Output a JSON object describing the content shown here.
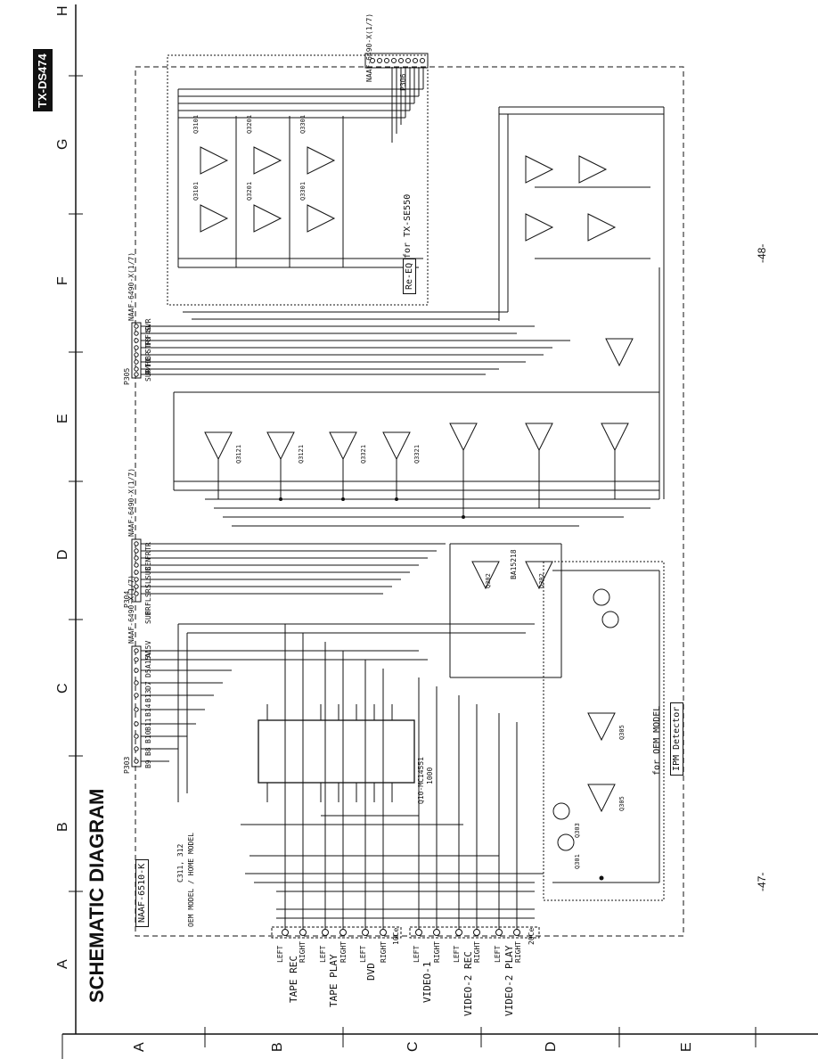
{
  "page": {
    "model": "TX-DS474",
    "title": "SCHEMATIC DIAGRAM",
    "page_left": "-47-",
    "page_right": "-48-"
  },
  "grid": {
    "columns": [
      "A",
      "B",
      "C",
      "D",
      "E",
      "F",
      "G",
      "H"
    ],
    "rows": [
      "A",
      "B",
      "C",
      "D",
      "E"
    ]
  },
  "board": {
    "name": "NAAF-6510-K",
    "variant_note_1": "C311, 312",
    "variant_note_2": "OEM MODEL / HOME MODEL",
    "eq_box_label": "Re-EQ",
    "eq_note": "for TX-SE550",
    "ipm_label": "IPM Detector",
    "ipm_note": "for OEM MODEL"
  },
  "connectors": {
    "p306": "P306",
    "p305": "P305",
    "p304": "P304",
    "p303": "P303",
    "p306_type": "NAAF-6490-X(1/7)",
    "p305_type": "NAAF-6490-X(1/7)",
    "p304_type": "NAAF-6490-X(1/7)",
    "p303_type": "NAAF-6490-X(1/7)"
  },
  "inputs": [
    {
      "name": "TAPE REC",
      "left": "LEFT",
      "right": "RIGHT"
    },
    {
      "name": "TAPE PLAY",
      "left": "LEFT",
      "right": "RIGHT"
    },
    {
      "name": "DVD",
      "left": "LEFT",
      "right": "RIGHT"
    },
    {
      "name": "VIDEO-1",
      "left": "LEFT",
      "right": "RIGHT"
    },
    {
      "name": "VIDEO-2 REC",
      "left": "LEFT",
      "right": "RIGHT"
    },
    {
      "name": "VIDEO-2 PLAY",
      "left": "LEFT",
      "right": "RIGHT"
    }
  ],
  "jack_groups": {
    "group1": "10Ce",
    "group2": "20Ce"
  },
  "ics": {
    "selector": "Q10-MC14551",
    "selector_sub": "1000",
    "opamp": "BA15218"
  },
  "p305_pins": [
    "SVR",
    "F40",
    "F3",
    "STR",
    "BR",
    "FD",
    "R/HC",
    "SUR"
  ],
  "p304_pins": [
    "TR",
    "FR",
    "CEN",
    "SUB",
    "SL",
    "SR",
    "FL",
    "FR",
    "SUB"
  ],
  "p303_pins": [
    "A15V",
    "A15V",
    "D5",
    "D7",
    "B13",
    "B14",
    "B11",
    "B10",
    "B8",
    "B9"
  ]
}
